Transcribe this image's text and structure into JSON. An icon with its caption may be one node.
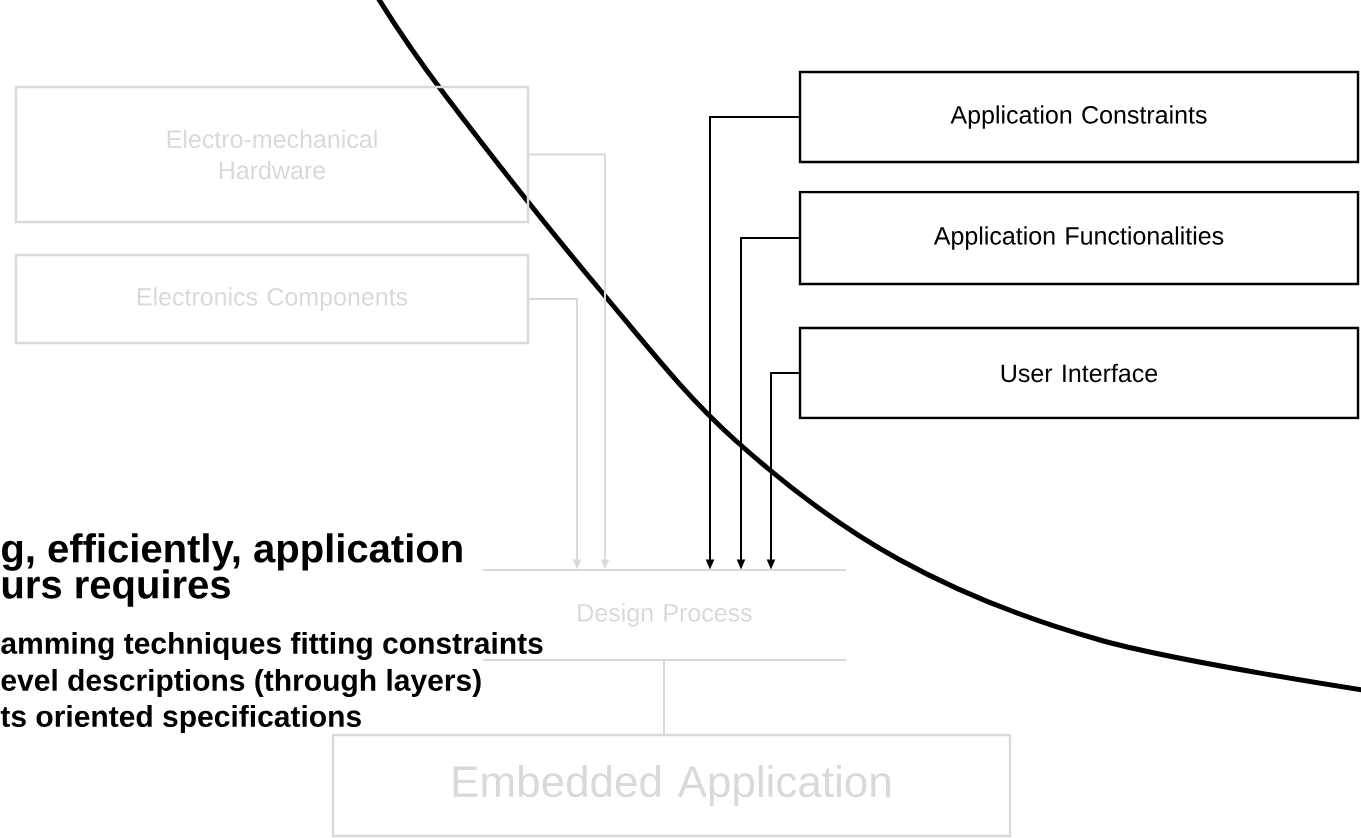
{
  "diagram": {
    "nodes": [
      {
        "text": [
          "Electro-mechanical Hardware"
        ]
      },
      {
        "text": [
          "Electronics Components"
        ]
      },
      {
        "text": [
          "Application Constraints"
        ]
      },
      {
        "text": [
          "Application Functionalities"
        ]
      },
      {
        "text": [
          "User Interface"
        ]
      },
      {
        "text": [
          "Design Process"
        ]
      },
      {
        "text": [
          "Embedded Application"
        ]
      }
    ],
    "edges": [
      {
        "from": 0,
        "to": 5,
        "arrow": "to",
        "color": "#d9d9d9"
      },
      {
        "from": 1,
        "to": 5,
        "arrow": "to",
        "color": "#d9d9d9"
      },
      {
        "from": 2,
        "to": 5,
        "arrow": "to",
        "color": "#000000"
      },
      {
        "from": 3,
        "to": 5,
        "arrow": "to",
        "color": "#000000"
      },
      {
        "from": 4,
        "to": 5,
        "arrow": "to",
        "color": "#000000"
      },
      {
        "from": 5,
        "to": 6,
        "arrow": "none",
        "color": "#d9d9d9"
      }
    ],
    "labels": [
      "g, efficiently, application",
      "urs requires",
      "amming techniques fitting constraints",
      "evel descriptions (through layers)",
      "ts oriented specifications"
    ]
  }
}
